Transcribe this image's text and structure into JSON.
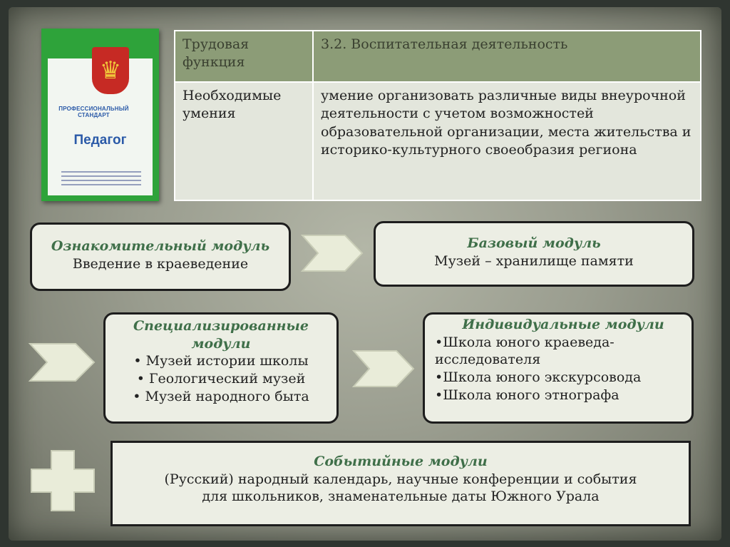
{
  "book": {
    "emblem": "♛",
    "small_caption": "ПРОФЕССИОНАЛЬНЫЙ СТАНДАРТ",
    "title": "Педагог"
  },
  "table": {
    "head_col1": "Трудовая функция",
    "head_col2": "3.2. Воспитательная деятельность",
    "row_col1": "Необходимые умения",
    "row_col2": "умение организовать различные виды внеурочной деятельности с учетом возможностей образовательной организации, места жительства и историко-культурного  своеобразия региона"
  },
  "modules": {
    "intro": {
      "title": "Ознакомительный модуль",
      "text": "Введение в краеведение"
    },
    "base": {
      "title": "Базовый  модуль",
      "text": "Музей – хранилище памяти"
    },
    "special": {
      "title_line1": "Специализированные",
      "title_line2": "модули",
      "items": [
        "• Музей истории школы",
        "• Геологический музей",
        "• Музей народного быта"
      ]
    },
    "individual": {
      "title": "Индивидуальные модули",
      "items": [
        "•Школа юного краеведа-",
        "исследователя",
        "•Школа юного экскурсовода",
        "•Школа юного этнографа"
      ]
    },
    "event": {
      "title": "Событийные модули",
      "line1": "(Русский) народный календарь, научные конференции и события",
      "line2": "для школьников, знаменательные даты Южного Урала"
    }
  },
  "colors": {
    "accent_title": "#3f6f49",
    "header_bg": "#8c9c77",
    "arrow_fill": "#e9ecd9"
  }
}
